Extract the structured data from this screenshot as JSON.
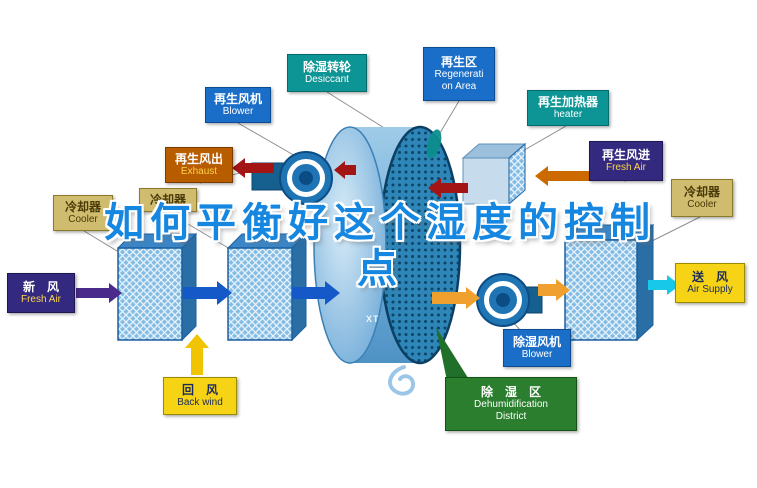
{
  "watermark": {
    "line1": "如何平衡好这个湿度的控制",
    "line2": "点"
  },
  "rotor_watermark": "XT",
  "labels": {
    "desiccant": {
      "zh": "除湿转轮",
      "en": "Desiccant"
    },
    "regeneration_area": {
      "zh": "再生区",
      "en1": "Regenerati",
      "en2": "on Area"
    },
    "regen_blower": {
      "zh": "再生风机",
      "en": "Blower"
    },
    "regen_heater": {
      "zh": "再生加热器",
      "en": "heater"
    },
    "exhaust": {
      "zh": "再生风出",
      "en": "Exhaust"
    },
    "regen_fresh_air": {
      "zh": "再生风进",
      "en": "Fresh Air"
    },
    "cooler_left": {
      "zh": "冷却器",
      "en": "Cooler"
    },
    "cooler_left2": {
      "zh": "冷却器"
    },
    "cooler_right": {
      "zh": "冷却器",
      "en": "Cooler"
    },
    "fresh_air": {
      "zh": "新　风",
      "en": "Fresh Air"
    },
    "air_supply": {
      "zh": "送　风",
      "en": "Air Supply"
    },
    "back_wind": {
      "zh": "回　风",
      "en": "Back wind"
    },
    "dehumid_blower": {
      "zh": "除湿风机",
      "en": "Blower"
    },
    "dehumid_district": {
      "zh": "除　湿　区",
      "en1": "Dehumidification",
      "en2": "District"
    }
  },
  "colors": {
    "watermark_text": "#1687e0",
    "supply_arrow_blue": "#1558c8",
    "fresh_in_arrow_purple": "#4a2a8a",
    "return_arrow_yellow": "#f0c400",
    "regen_arrow_red": "#a31515",
    "heater_in_arrow_orange": "#cc6a00",
    "process_out_arrow_orange": "#efa02f",
    "supply_out_arrow_cyan": "#17c8e8",
    "label_teal": "#0d9494",
    "label_blue": "#1a6ec8",
    "label_orange": "#b85c00",
    "label_purple": "#33297e",
    "label_tan": "#cfbc6e",
    "label_yellow": "#f6d415",
    "label_green": "#2a7e2e"
  }
}
